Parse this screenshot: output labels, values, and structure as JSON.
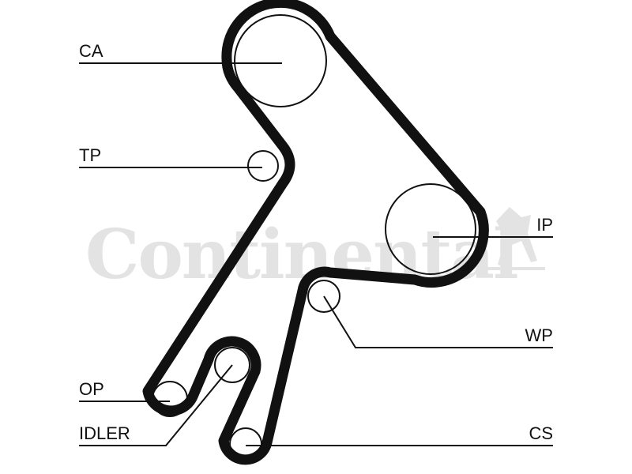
{
  "watermark": {
    "brand": "Continental"
  },
  "labels": {
    "ca": "CA",
    "tp": "TP",
    "op": "OP",
    "idler": "IDLER",
    "ip": "IP",
    "wp": "WP",
    "cs": "CS"
  },
  "colors": {
    "belt": "#111111",
    "watermark": "#e3e3e3"
  }
}
